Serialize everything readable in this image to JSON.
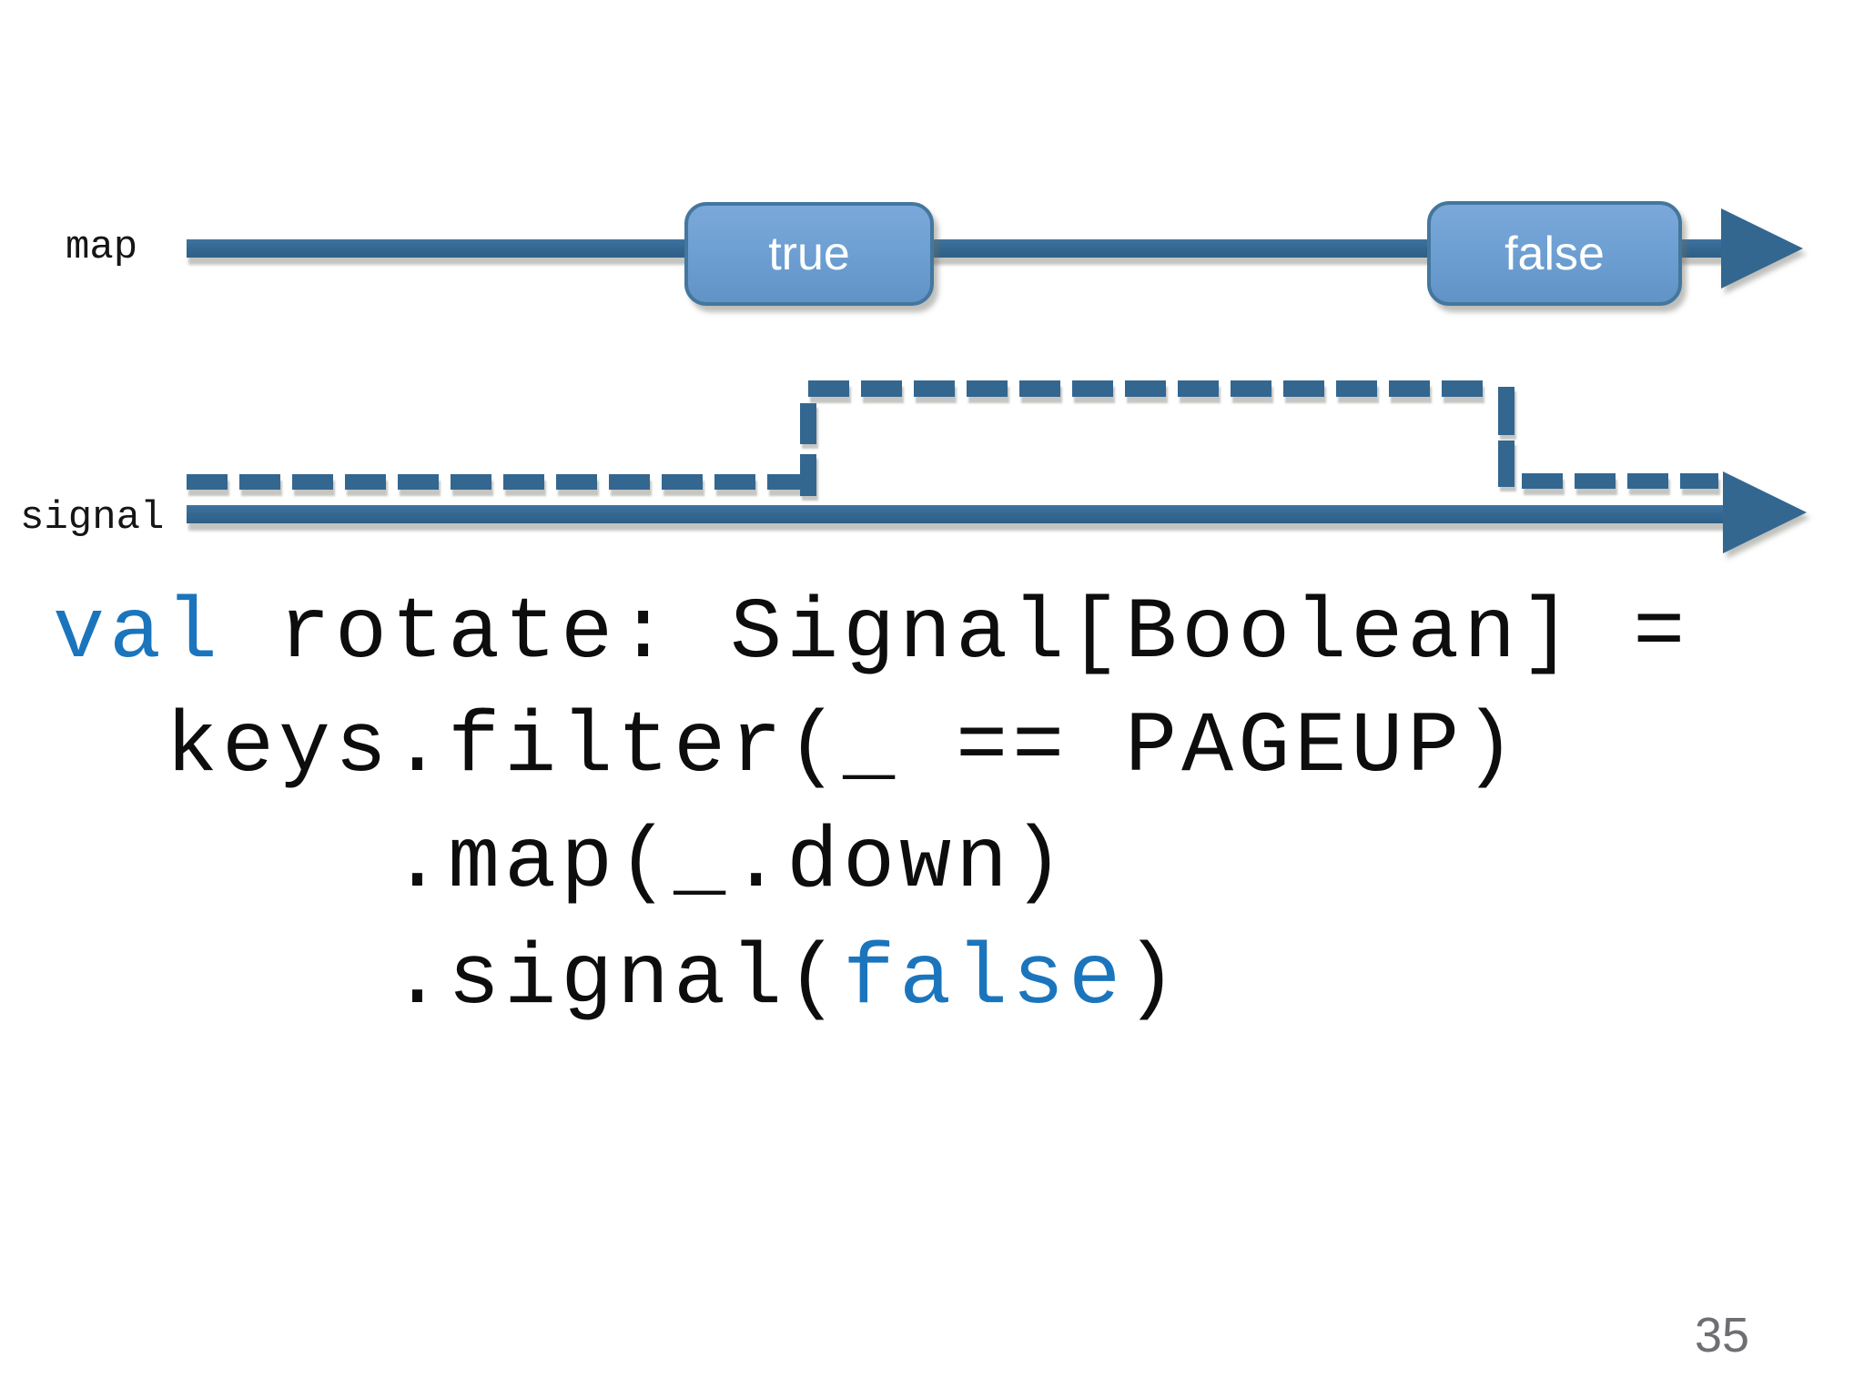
{
  "slide": {
    "page_number": "35"
  },
  "diagram": {
    "map_timeline": {
      "label": "map",
      "events": [
        {
          "label": "true"
        },
        {
          "label": "false"
        }
      ]
    },
    "signal_timeline": {
      "label": "signal",
      "level_sequence": [
        "false",
        "true",
        "false"
      ]
    },
    "colors": {
      "line": "#336790",
      "event_fill": "#6FA0D3",
      "event_border": "#44779E",
      "event_text": "#ffffff"
    }
  },
  "code": {
    "colors": {
      "keyword": "#1B75BC",
      "text": "#0D0D0D"
    },
    "lines": [
      {
        "parts": [
          {
            "t": "val"
          },
          {
            "t": " rotate: Signal[Boolean] ="
          }
        ]
      },
      {
        "parts": [
          {
            "t": "  keys.filter(_ == PAGEUP)"
          }
        ]
      },
      {
        "parts": [
          {
            "t": "      .map(_.down)"
          }
        ]
      },
      {
        "parts": [
          {
            "t": "      .signal("
          },
          {
            "t": "false"
          },
          {
            "t": ")"
          }
        ]
      }
    ]
  }
}
